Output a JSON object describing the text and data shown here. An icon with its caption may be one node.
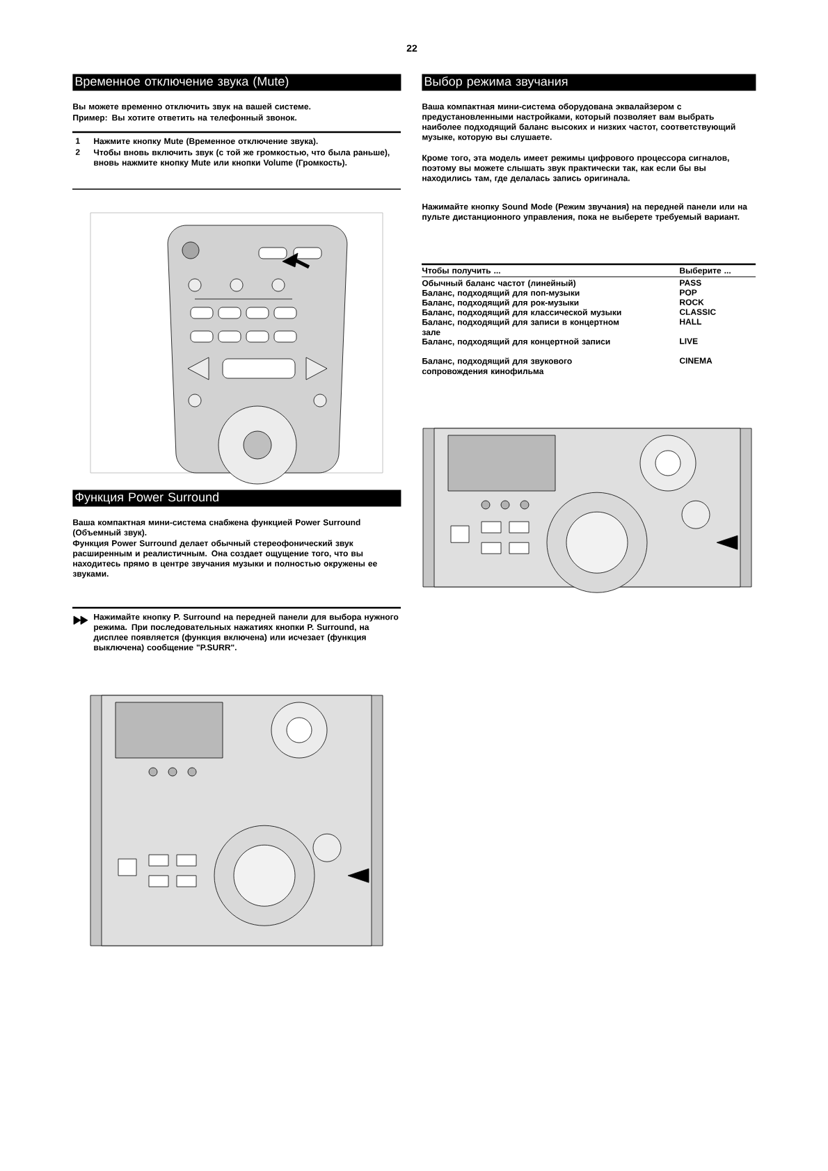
{
  "diagram": {
    "labels": [
      "22",
      "Временное отключение звука (Mute)",
      "Вы можете временно отключить звук на вашей системе.",
      "Пример: Вы хотите ответить на телефонный звонок.",
      "1",
      "Нажмите кнопку Mute (Временное отключение звука).",
      "2",
      "Чтобы вновь включить звук (с той же громкостью, что была раньше), вновь нажмите кнопку Mute или кнопки Volume (Громкость).",
      "Функция Power Surround",
      "Ваша компактная мини-система снабжена функцией Power Surround (Объемный звук).",
      "Функция Power Surround делает обычный стереофонический звук расширенным и реалистичным. Она создает ощущение того, что вы находитесь прямо в центре звучания музыки и полностью окружены ее звуками.",
      "Нажимайте кнопку P. Surround на передней панели для выбора нужного режима. При последовательных нажатиях кнопки P. Surround, на дисплее появляется (функция включена) или исчезает (функция выключена) сообщение \"P.SURR\".",
      "Выбор режима звучания",
      "Ваша компактная мини-система оборудована эквалайзером с предустановленными настройками, который позволяет вам выбрать наиболее подходящий баланс высоких и низких частот, соответствующий музыке, которую вы слушаете.",
      "Кроме того, эта модель имеет режимы цифрового процессора сигналов, поэтому вы можете слышать звук практически так, как если бы вы находились там, где делалась запись оригинала.",
      "Нажимайте кнопку Sound Mode (Режим звучания) на передней панели или на пульте дистанционного управления, пока не выберете требуемый вариант.",
      "Чтобы получить ...",
      "Выберите ...",
      "Обычный баланс частот (линейный)",
      "PASS",
      "Баланс, подходящий для поп-музыки",
      "POP",
      "Баланс, подходящий для рок-музыки",
      "ROCK",
      "Баланс, подходящий для классической музыки",
      "CLASSIC",
      "Баланс, подходящий для записи в концертном зале",
      "HALL",
      "Баланс, подходящий для концертной записи",
      "LIVE",
      "Баланс, подходящий для звукового сопровождения кинофильма",
      "CINEMA"
    ]
  }
}
